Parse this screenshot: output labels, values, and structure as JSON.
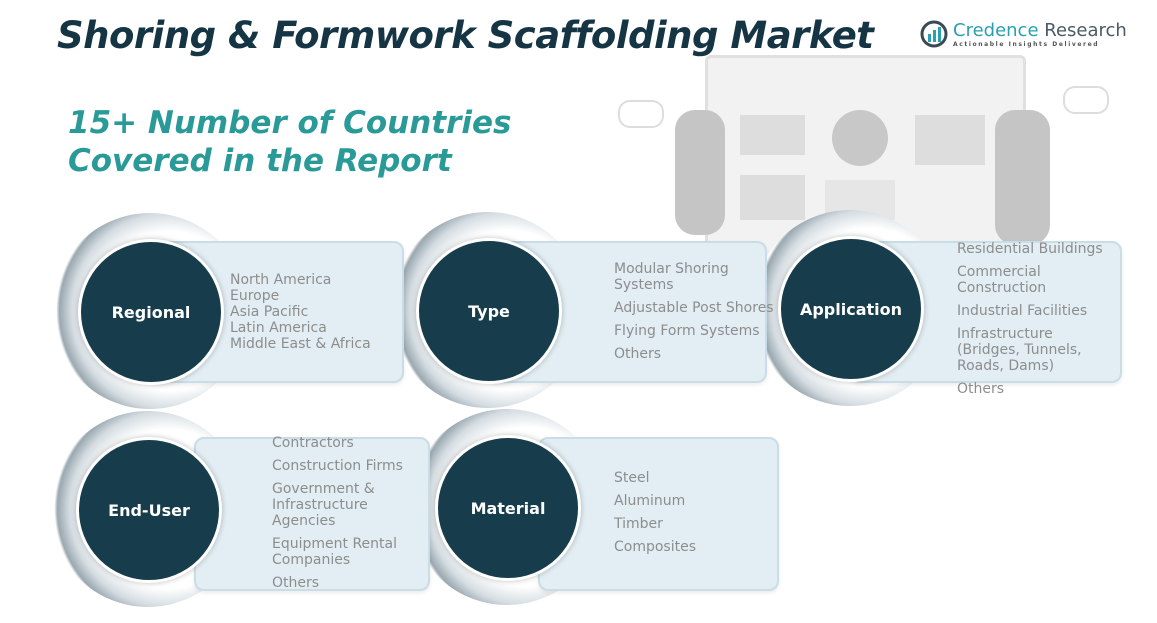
{
  "title": "Shoring & Formwork Scaffolding Market",
  "subtitle_line1": "15+ Number of Countries",
  "subtitle_line2": "Covered in the Report",
  "logo": {
    "name_a": "Credence",
    "name_b": " Research",
    "tagline": "Actionable Insights Delivered"
  },
  "segments": [
    {
      "label": "Regional",
      "items": [
        "North America",
        "Europe",
        "Asia Pacific",
        "Latin America",
        "Middle East & Africa"
      ]
    },
    {
      "label": "Type",
      "items": [
        "Modular Shoring Systems",
        "Adjustable Post Shores",
        "Flying Form Systems",
        "Others"
      ]
    },
    {
      "label": "Application",
      "items": [
        "Residential Buildings",
        "Commercial Construction",
        "Industrial Facilities",
        "Infrastructure (Bridges, Tunnels, Roads, Dams)",
        "Others"
      ]
    },
    {
      "label": "End-User",
      "items": [
        "Contractors",
        "Construction Firms",
        "Government & Infrastructure Agencies",
        "Equipment Rental Companies",
        "Others"
      ]
    },
    {
      "label": "Material",
      "items": [
        "Steel",
        "Aluminum",
        "Timber",
        "Composites"
      ]
    }
  ]
}
